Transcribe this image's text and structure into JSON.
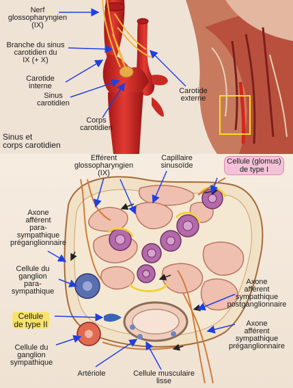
{
  "top": {
    "region_title": "Sinus et\ncorps carotidien",
    "labels": {
      "nerf_ix": "Nerf\nglossopharyngien\n(IX)",
      "branche": "Branche du sinus\ncarotidien du\nIX (+ X)",
      "carotide_interne": "Carotide\ninterne",
      "sinus": "Sinus\ncarotidien",
      "corps": "Corps\ncarotidien",
      "carotide_externe": "Carotide\nexterne"
    }
  },
  "bottom": {
    "labels": {
      "efferent": "Efférent\nglossopharyngien\n(IX)",
      "capillaire": "Capillaire\nsinusoïde",
      "cellule_glomus": "Cellule (glomus)\nde type I",
      "axone_para": "Axone\nafférent\npara-\nsympathique\npréganglionnaire",
      "ganglion_para": "Cellule du\nganglion\npara-\nsympathique",
      "type_ii": "Cellule\nde type II",
      "ganglion_symp": "Cellule du\nganglion\nsympathique",
      "arteriole": "Artériole",
      "musculaire": "Cellule musculaire\nlisse",
      "axone_post": "Axone\nafférent\nsympathique\npostganglionnaire",
      "axone_pre": "Axone\nafférent\nsympathique\npréganglionnaire"
    }
  },
  "colors": {
    "artery": "#d32a2a",
    "nerve": "#f2b83a",
    "arrow": "#1f3fe0",
    "glomus": "#b36aa8",
    "capillary": "#e8b9a8",
    "type2": "#3a63b5",
    "ganglion_para": "#5a6fb0",
    "ganglion_symp": "#d9534f",
    "highlight": "#f7e36a"
  }
}
